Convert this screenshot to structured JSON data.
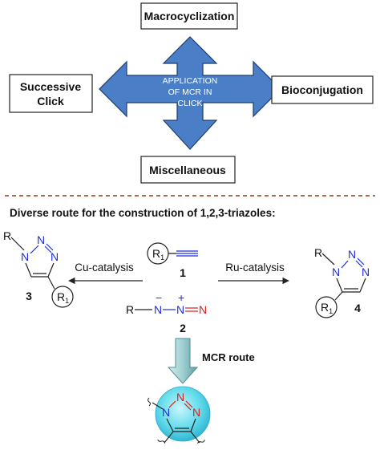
{
  "top": {
    "center_lines": [
      "APPLICATION",
      "OF MCR IN",
      "CLICK"
    ],
    "boxes": {
      "top": "Macrocyclization",
      "left": [
        "Successive",
        "Click"
      ],
      "right": "Bioconjugation",
      "bottom": "Miscellaneous"
    }
  },
  "section_heading": "Diverse route for the construction of 1,2,3-triazoles:",
  "scheme": {
    "cu_catalysis": "Cu-catalysis",
    "ru_catalysis": "Ru-catalysis",
    "mcr_route": "MCR route",
    "compound_labels": {
      "alkyne": "1",
      "azide": "2",
      "triazole_14": "3",
      "triazole_15": "4"
    },
    "atoms": {
      "r": "R",
      "r1": "R",
      "r1_sub": "1",
      "n": "N",
      "minus": "−",
      "plus": "+"
    }
  },
  "colors": {
    "arrow_fill": "#4a7fc8",
    "arrow_stroke": "#1d3c70",
    "dashed_line": "#8b3a20",
    "nitrogen_blue": "#1f2fd6",
    "nitrogen_red": "#d8201f",
    "alkyne": "#1f2fd6",
    "glow": "#55d8ea"
  }
}
